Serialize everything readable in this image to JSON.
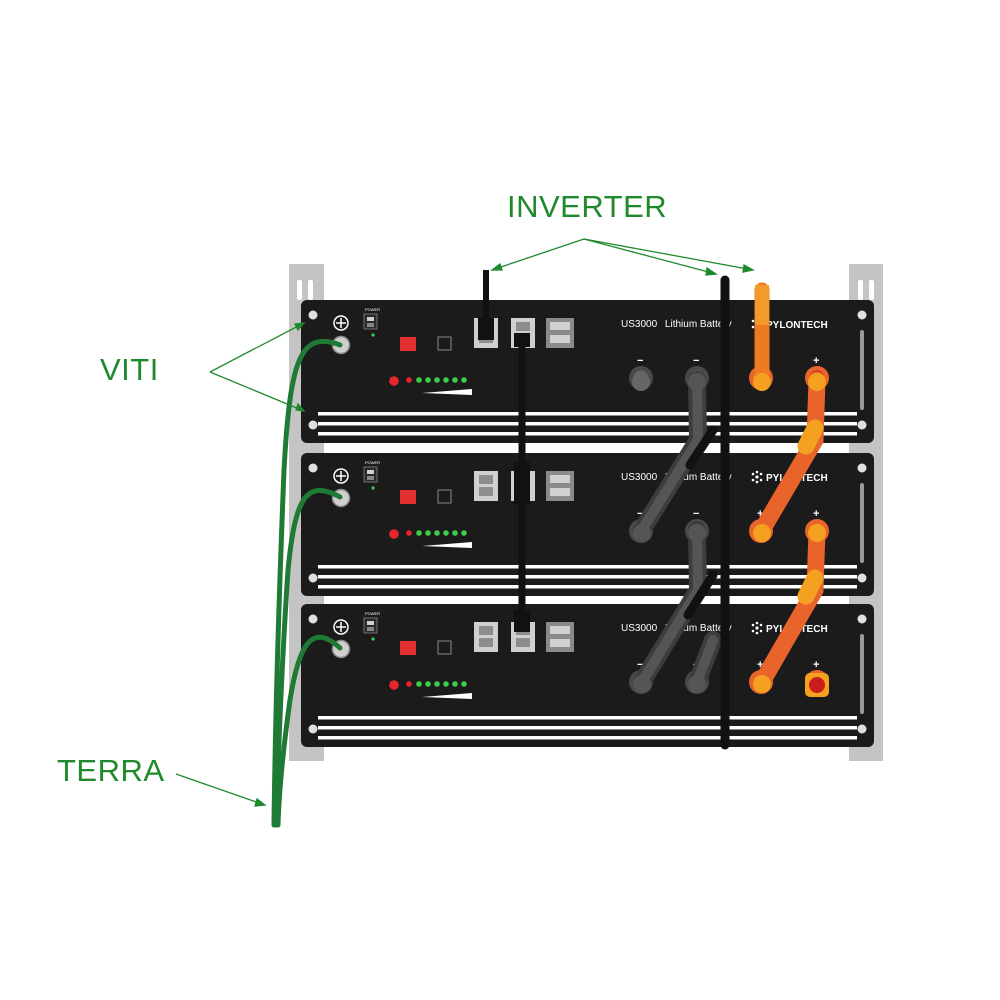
{
  "labels": {
    "inverter": "INVERTER",
    "viti": "VITI",
    "terra": "TERRA"
  },
  "battery": {
    "model": "US3000",
    "type": "Lithium Battery",
    "brand_bold": "PYLON",
    "brand_light": "TECH",
    "power_label": "POWER",
    "minus": "−",
    "plus": "+"
  },
  "colors": {
    "label_green": "#1f8a2c",
    "ground_wire": "#1e7a34",
    "negative_cable": "#3d3d3d",
    "positive_cable": "#e8642a",
    "inverter_pos_cable": "#ee7a22",
    "module_body": "#1b1b1b",
    "rack": "#bdbdbd"
  },
  "modules": [
    {
      "position": "top"
    },
    {
      "position": "middle"
    },
    {
      "position": "bottom"
    }
  ]
}
